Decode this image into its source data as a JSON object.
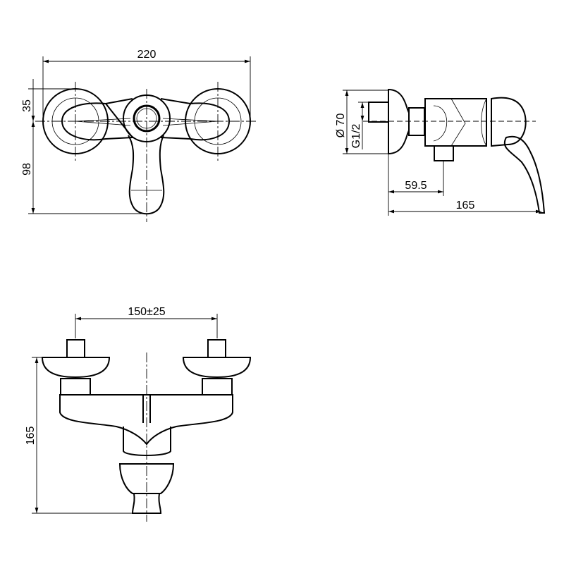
{
  "title": "Shower mixer dimension drawing",
  "front_view": {
    "width_dim": "220",
    "offset_dim": "35",
    "handle_dim": "98"
  },
  "side_view": {
    "diameter_dim": "Ø 70",
    "thread_dim": "G1/2",
    "outlet_dim": "59.5",
    "depth_dim": "165"
  },
  "bottom_view": {
    "spacing_dim": "150±25",
    "height_dim": "165"
  }
}
